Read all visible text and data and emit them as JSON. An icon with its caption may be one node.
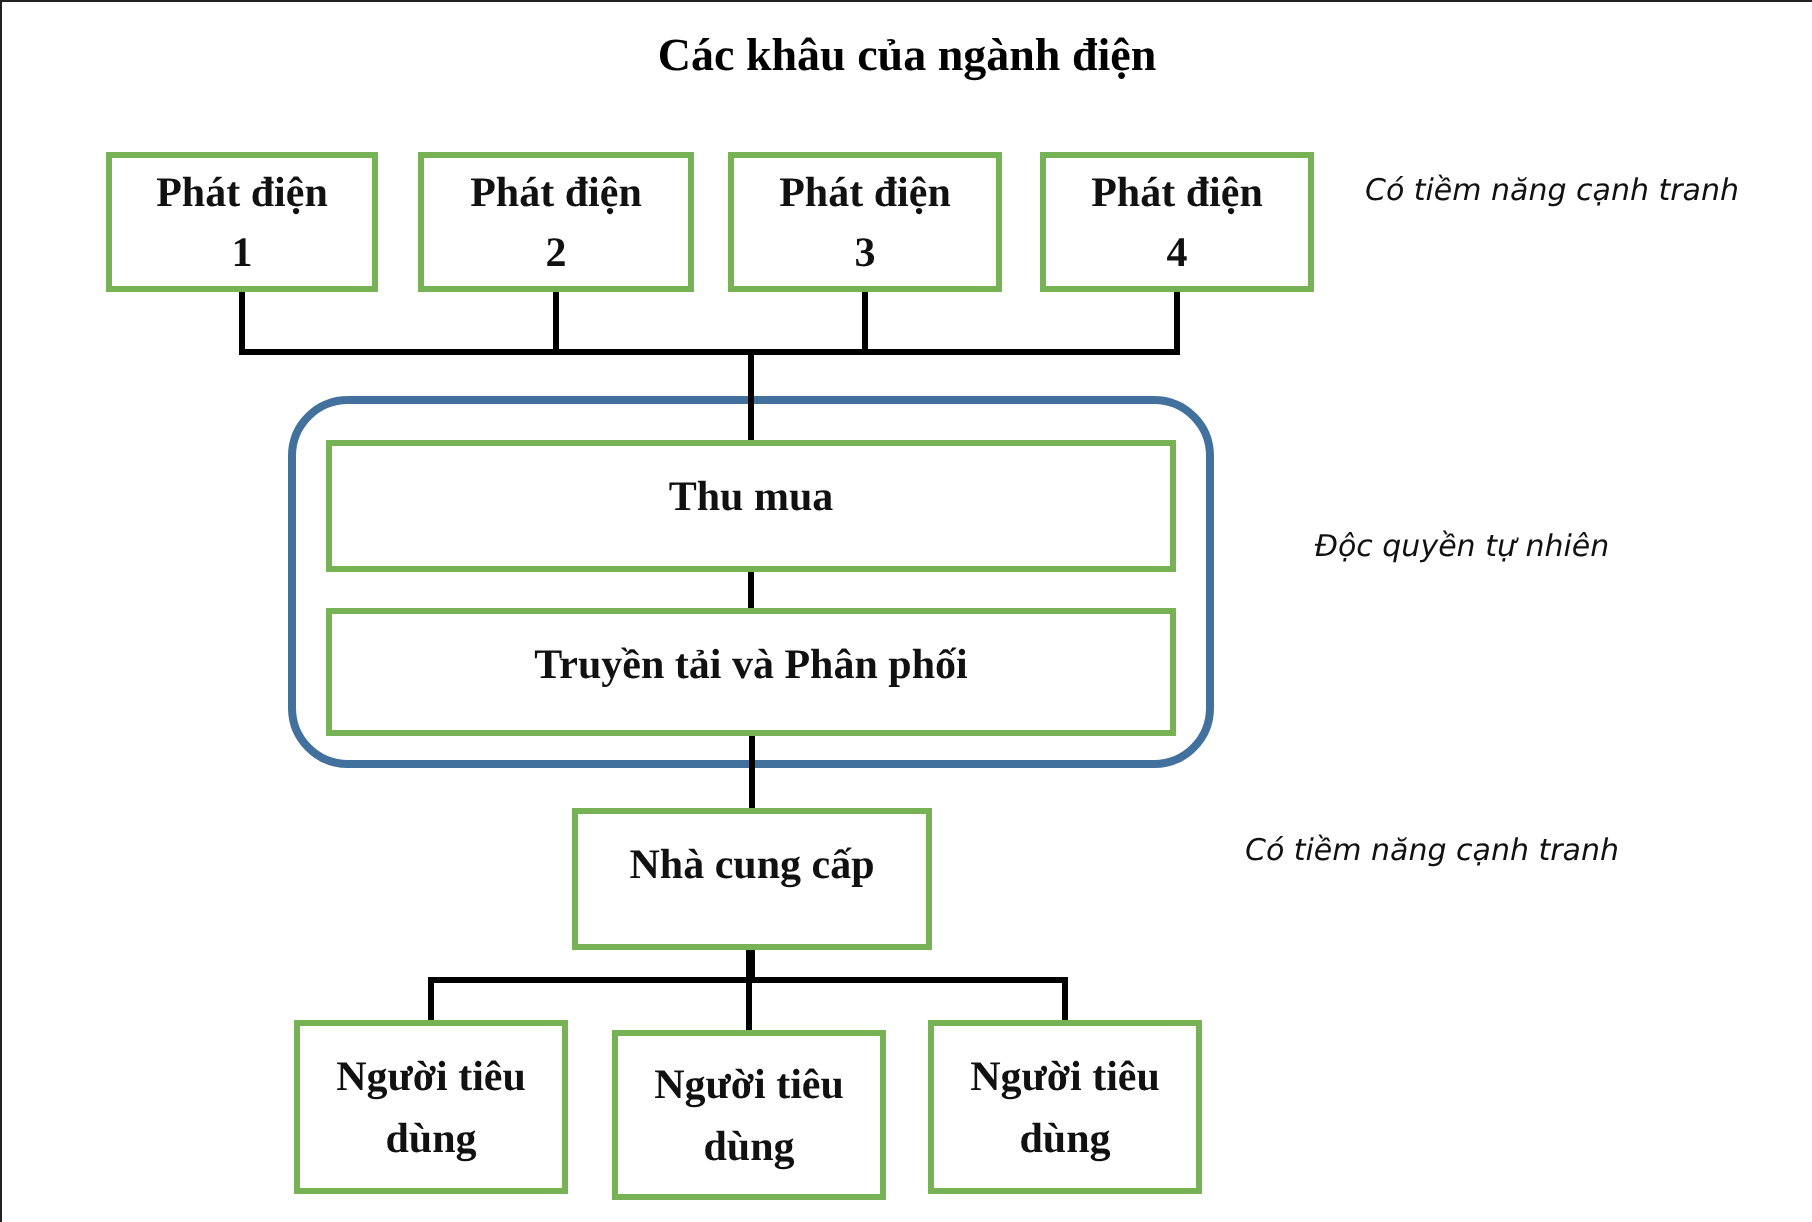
{
  "diagram": {
    "title": "Các khâu của ngành điện",
    "nodes": [
      {
        "text": [
          "Phát điện 1"
        ]
      },
      {
        "text": [
          "Phát điện 2"
        ]
      },
      {
        "text": [
          "Phát điện 3"
        ]
      },
      {
        "text": [
          "Phát điện 4"
        ]
      },
      {
        "text": [],
        "shape": "box"
      },
      {
        "text": [
          "Thu mua"
        ],
        "in": 4
      },
      {
        "text": [
          "Truyền tải và Phân phối"
        ],
        "in": 4
      },
      {
        "text": [
          "Nhà cung cấp"
        ]
      },
      {
        "text": [
          "Người tiêu dùng"
        ]
      },
      {
        "text": [
          "Người tiêu dùng"
        ]
      },
      {
        "text": [
          "Người tiêu dùng"
        ]
      }
    ],
    "edges": [
      {
        "from": 0,
        "to": 5,
        "arrow": "none"
      },
      {
        "from": 1,
        "to": 5,
        "arrow": "none"
      },
      {
        "from": 2,
        "to": 5,
        "arrow": "none"
      },
      {
        "from": 3,
        "to": 5,
        "arrow": "none"
      },
      {
        "from": 5,
        "to": 6,
        "arrow": "none"
      },
      {
        "from": 6,
        "to": 7,
        "arrow": "none"
      },
      {
        "from": 7,
        "to": 8,
        "arrow": "none"
      },
      {
        "from": 7,
        "to": 9,
        "arrow": "none"
      },
      {
        "from": 7,
        "to": 10,
        "arrow": "none"
      }
    ],
    "labels": [
      "Có tiềm năng cạnh tranh",
      "Độc quyền tự nhiên",
      "Có tiềm năng cạnh tranh"
    ]
  }
}
